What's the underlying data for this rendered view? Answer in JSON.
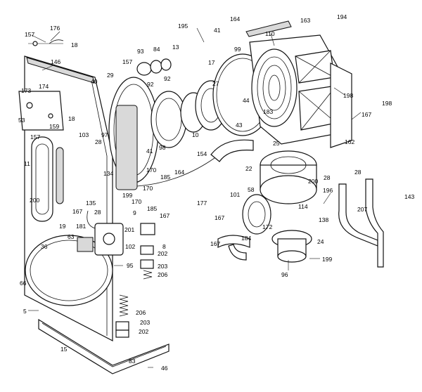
{
  "diagram": {
    "labels": {
      "l157a": "157",
      "l176": "176",
      "l18a": "18",
      "l146": "146",
      "l29": "29",
      "l40": "40",
      "l173": "173",
      "l174": "174",
      "l53": "53",
      "l159": "159",
      "l157b": "157",
      "l18b": "18",
      "l103": "103",
      "l97": "97",
      "l28a": "28",
      "l11": "11",
      "l200a": "200",
      "l199a": "199",
      "l134": "134",
      "l135": "135",
      "l19": "19",
      "l167a": "167",
      "l181": "181",
      "l63": "63",
      "l36": "36",
      "l66": "66",
      "l5": "5",
      "l15": "15",
      "l83": "83",
      "l46": "46",
      "l28b": "28",
      "l201": "201",
      "l102": "102",
      "l95": "95",
      "l9": "9",
      "l202a": "202",
      "l8": "8",
      "l203a": "203",
      "l206a": "206",
      "l206b": "206",
      "l203b": "203",
      "l202b": "202",
      "l185a": "185",
      "l185b": "185",
      "l170a": "170",
      "l170b": "170",
      "l170c": "170",
      "l167b": "167",
      "l98": "98",
      "l41a": "41",
      "l164a": "164",
      "l10": "10",
      "l13": "13",
      "l157c": "157",
      "l93": "93",
      "l84": "84",
      "l92a": "92",
      "l92b": "92",
      "l195": "195",
      "l41b": "41",
      "l17": "17",
      "l99": "99",
      "l27": "27",
      "l44": "44",
      "l43": "43",
      "l164b": "164",
      "l163": "163",
      "l110": "110",
      "l194": "194",
      "l198a": "198",
      "l198b": "198",
      "l167c": "167",
      "l183": "183",
      "l25": "25",
      "l162": "162",
      "l154": "154",
      "l22": "22",
      "l28c": "28",
      "l28d": "28",
      "l200b": "200",
      "l58": "58",
      "l101": "101",
      "l177": "177",
      "l167d": "167",
      "l167e": "167",
      "l184": "184",
      "l114": "114",
      "l172": "172",
      "l24": "24",
      "l96": "96",
      "l199b": "199",
      "l196": "196",
      "l138": "138",
      "l207": "207",
      "l143": "143"
    }
  }
}
